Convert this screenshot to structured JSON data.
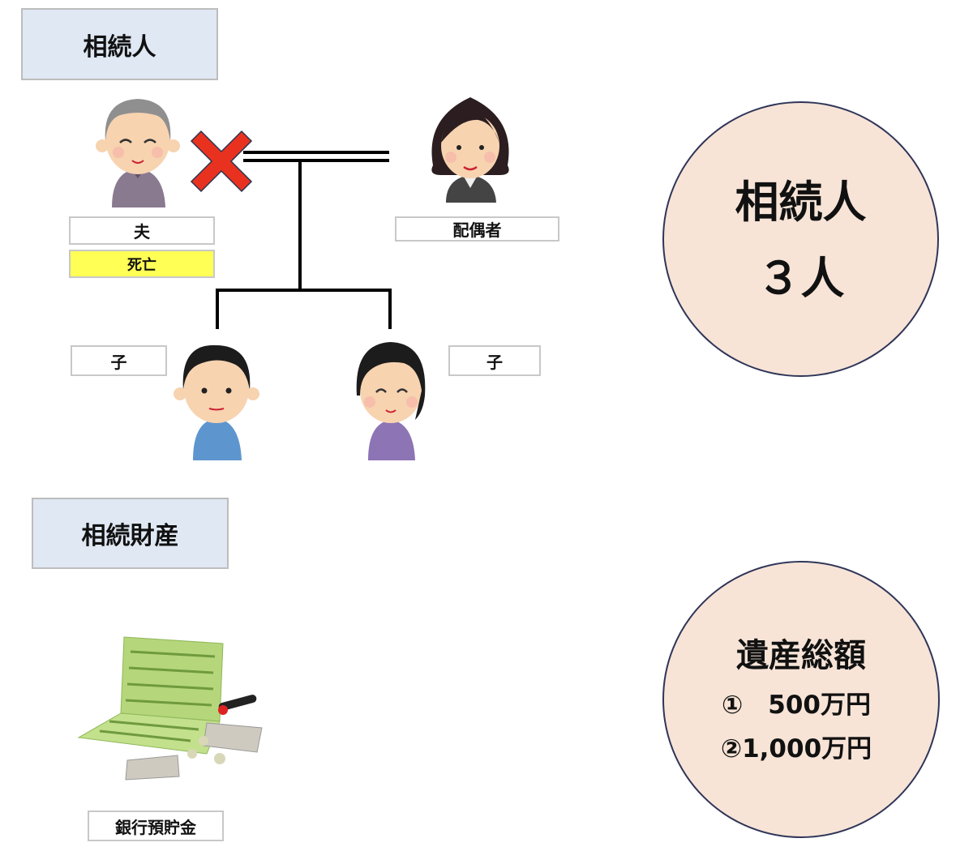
{
  "heirs_section": {
    "header": "相続人",
    "husband_label": "夫",
    "husband_status": "死亡",
    "spouse_label": "配偶者",
    "child_left_label": "子",
    "child_right_label": "子"
  },
  "heirs_summary": {
    "title": "相続人",
    "count": "３人"
  },
  "estate_section": {
    "header": "相続財産",
    "asset_label": "銀行預貯金"
  },
  "estate_summary": {
    "title": "遺産総額",
    "line1": "①　500万円",
    "line2": "②1,000万円"
  },
  "colors": {
    "header_bg": "#dfe8f3",
    "status_bg": "#ffff55",
    "circle_bg": "#f7e4d7",
    "deceased_mark": "#e8321f"
  }
}
